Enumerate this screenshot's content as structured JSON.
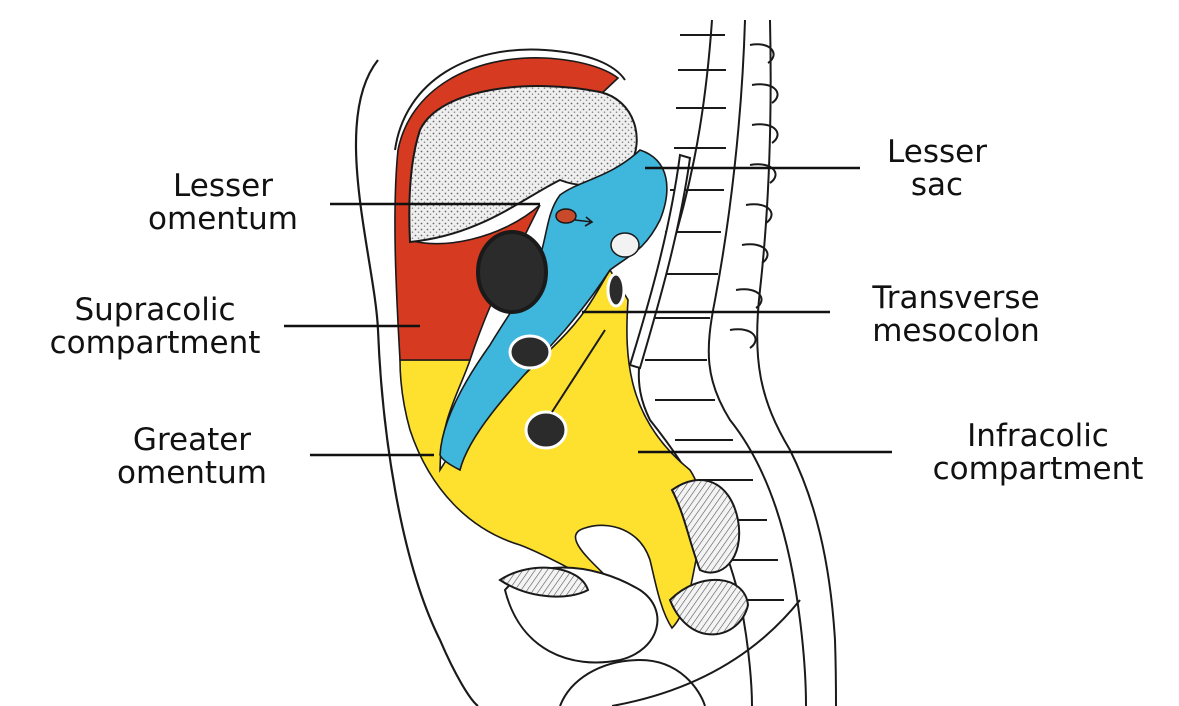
{
  "labels": {
    "lesser_omentum": [
      "Lesser",
      "omentum"
    ],
    "lesser_sac": [
      "Lesser",
      "sac"
    ],
    "supracolic": [
      "Supracolic",
      "compartment"
    ],
    "transverse_mesocolon": [
      "Transverse",
      "mesocolon"
    ],
    "greater_omentum": [
      "Greater",
      "omentum"
    ],
    "infracolic": [
      "Infracolic",
      "compartment"
    ]
  },
  "colors": {
    "supracolic_red": "#d63a20",
    "lesser_sac_blue": "#3fb6dc",
    "infracolic_yellow": "#fde12e",
    "liver_stipple": "#c8c8c8",
    "outline": "#1a1a1a"
  }
}
